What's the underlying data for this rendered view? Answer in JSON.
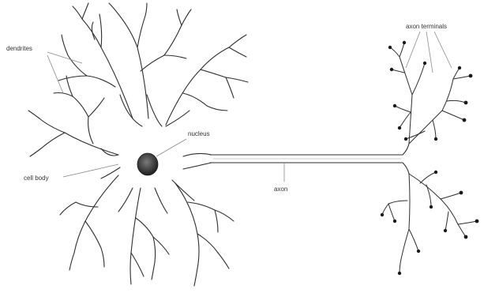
{
  "diagram": {
    "labels": {
      "dendrites": "dendrites",
      "nucleus": "nucleus",
      "cell_body": "cell body",
      "axon": "axon",
      "axon_terminals": "axon terminals"
    },
    "colors": {
      "background": "#ffffff",
      "line": "#2e2e2e",
      "leader": "#8a8a8a",
      "nucleus": "#3a3a3a",
      "terminal_bulb": "#1a1a1a"
    }
  }
}
